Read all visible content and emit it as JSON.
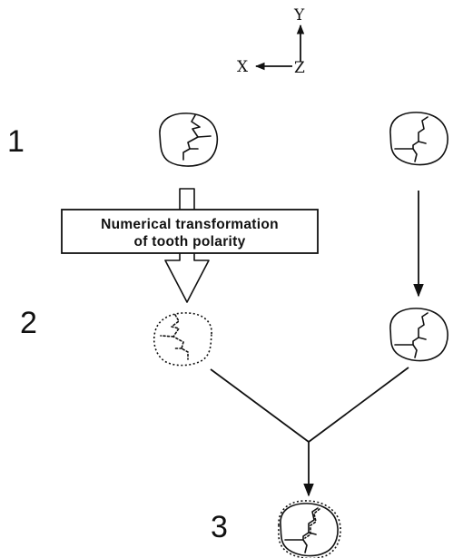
{
  "axes": {
    "y_label": "Y",
    "x_label": "X",
    "z_label": "Z"
  },
  "steps": {
    "step1": "1",
    "step2": "2",
    "step3": "3"
  },
  "transform_box": {
    "line1": "Numerical transformation",
    "line2": "of tooth polarity"
  },
  "icons": {
    "tooth": "tooth-occlusal-outline-icon",
    "transformed_tooth": "dotted-tooth-outline-icon",
    "result_tooth": "superimposed-tooth-outline-icon"
  }
}
